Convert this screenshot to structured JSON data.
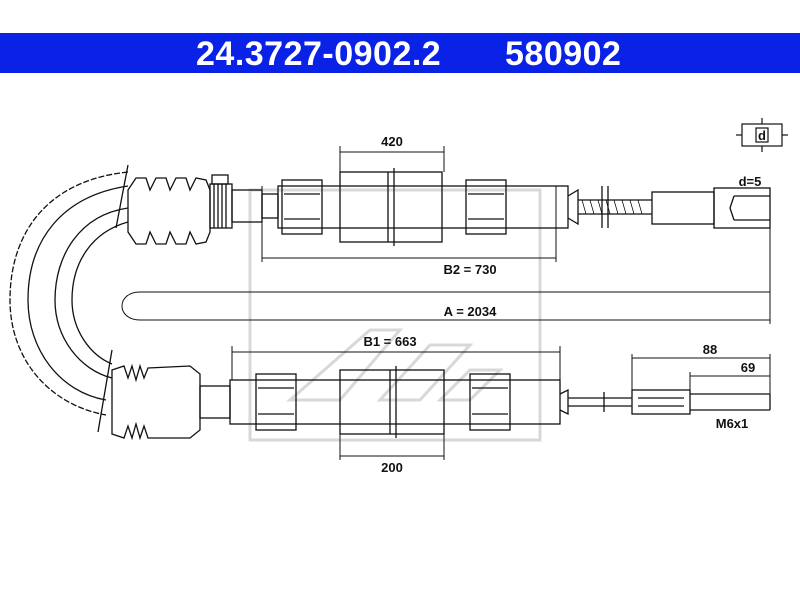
{
  "header": {
    "part_number": "24.3727-0902.2",
    "reference_number": "580902"
  },
  "dimensions": {
    "d": "d=5",
    "upper_sleeve": "420",
    "b2": "B2 = 730",
    "a": "A = 2034",
    "b1": "B1 = 663",
    "lower_sleeve": "200",
    "end_outer": "88",
    "end_inner": "69",
    "thread": "M6x1"
  },
  "symbols": {
    "end_fitting": "d"
  },
  "colors": {
    "banner": "#0a21e6",
    "line": "#111111",
    "watermark": "#d8d8d8"
  }
}
